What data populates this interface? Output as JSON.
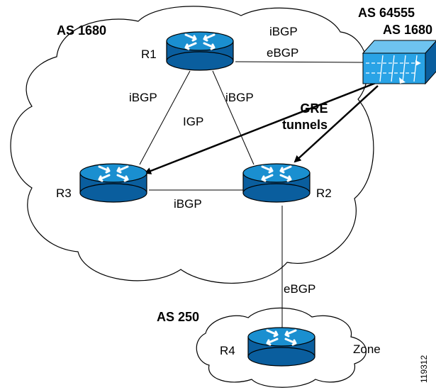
{
  "as_labels": {
    "main_as": "AS 1680",
    "firewall_as_line1": "AS 64555",
    "firewall_as_line2": "AS 1680",
    "stub_as": "AS 250"
  },
  "routers": {
    "r1": "R1",
    "r2": "R2",
    "r3": "R3",
    "r4": "R4"
  },
  "links": {
    "r1_fw_ibgp": "iBGP",
    "r1_fw_ebgp": "eBGP",
    "r1_r3": "iBGP",
    "r1_r2": "iBGP",
    "igp": "IGP",
    "r3_r2": "iBGP",
    "r2_r4": "eBGP"
  },
  "tunnels": {
    "line1": "GRE",
    "line2": "tunnels"
  },
  "zone": "Zone",
  "figure_id": "119312",
  "colors": {
    "router_top": "#1a8fd0",
    "router_body": "#0a5e9e",
    "firewall": "#29a3e6",
    "outline": "#000000"
  }
}
